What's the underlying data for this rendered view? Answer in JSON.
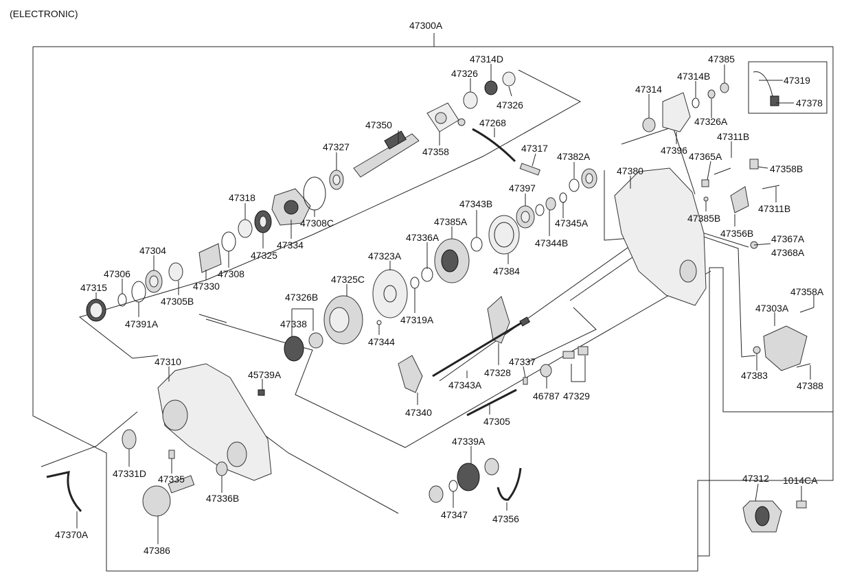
{
  "header": {
    "variant": "(ELECTRONIC)"
  },
  "assembly": {
    "part_no": "47300A"
  },
  "callouts": {
    "p47314D": "47314D",
    "p47326a": "47326",
    "p47326b": "47326",
    "p47385": "47385",
    "p47314B": "47314B",
    "p47314": "47314",
    "p47326A": "47326A",
    "p47396": "47396",
    "p47319": "47319",
    "p47378": "47378",
    "p47350": "47350",
    "p47268": "47268",
    "p47358": "47358",
    "p47327": "47327",
    "p47317": "47317",
    "p47382A": "47382A",
    "p47311Ba": "47311B",
    "p47365A": "47365A",
    "p47358B": "47358B",
    "p47380": "47380",
    "p47311Bb": "47311B",
    "p47397": "47397",
    "p47318": "47318",
    "p47343B": "47343B",
    "p47345A": "47345A",
    "p47385B": "47385B",
    "p47308C": "47308C",
    "p47385A": "47385A",
    "p47344B": "47344B",
    "p47356B": "47356B",
    "p47334": "47334",
    "p47325": "47325",
    "p47336A": "47336A",
    "p47367A": "47367A",
    "p47368A": "47368A",
    "p47304": "47304",
    "p47323A": "47323A",
    "p47384": "47384",
    "p47306": "47306",
    "p47308": "47308",
    "p47330": "47330",
    "p47325C": "47325C",
    "p47315": "47315",
    "p47305B": "47305B",
    "p47326B": "47326B",
    "p47319A": "47319A",
    "p47358A": "47358A",
    "p47391A": "47391A",
    "p47338": "47338",
    "p47344": "47344",
    "p47303A": "47303A",
    "p47310": "47310",
    "p47337": "47337",
    "p47328": "47328",
    "p45739A": "45739A",
    "p47343A": "47343A",
    "p47383": "47383",
    "p47388": "47388",
    "p46787": "46787",
    "p47329": "47329",
    "p47340": "47340",
    "p47305": "47305",
    "p47339A": "47339A",
    "p47312": "47312",
    "p1014CA": "1014CA",
    "p47331D": "47331D",
    "p47335": "47335",
    "p47336B": "47336B",
    "p47347": "47347",
    "p47356": "47356",
    "p47370A": "47370A",
    "p47386": "47386"
  }
}
